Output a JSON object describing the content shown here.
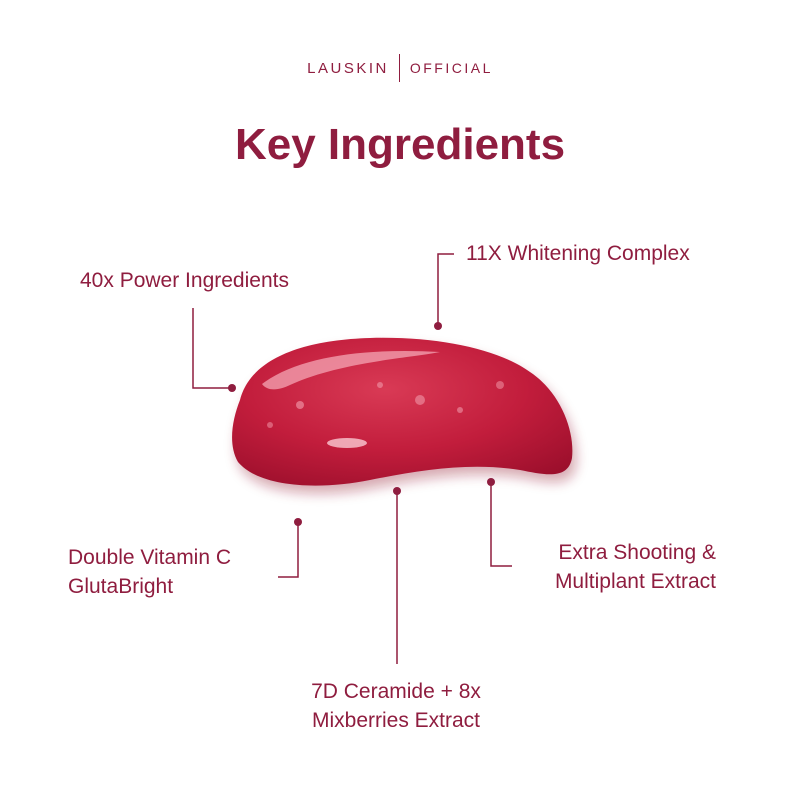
{
  "brand": {
    "name": "LAUSKIN",
    "sub": "OFFICIAL"
  },
  "title": "Key Ingredients",
  "callouts": {
    "power": "40x Power Ingredients",
    "whitening": "11X Whitening Complex",
    "vitamin_line1": "Double Vitamin C",
    "vitamin_line2": "GlutaBright",
    "ceramide_line1": "7D Ceramide + 8x",
    "ceramide_line2": "Mixberries Extract",
    "shooting_line1": "Extra Shooting &",
    "shooting_line2": "Multiplant Extract"
  },
  "colors": {
    "brand": "#8f1d3f",
    "swatch": "#c4203f",
    "swatch_shadow": "#8e0f26"
  }
}
